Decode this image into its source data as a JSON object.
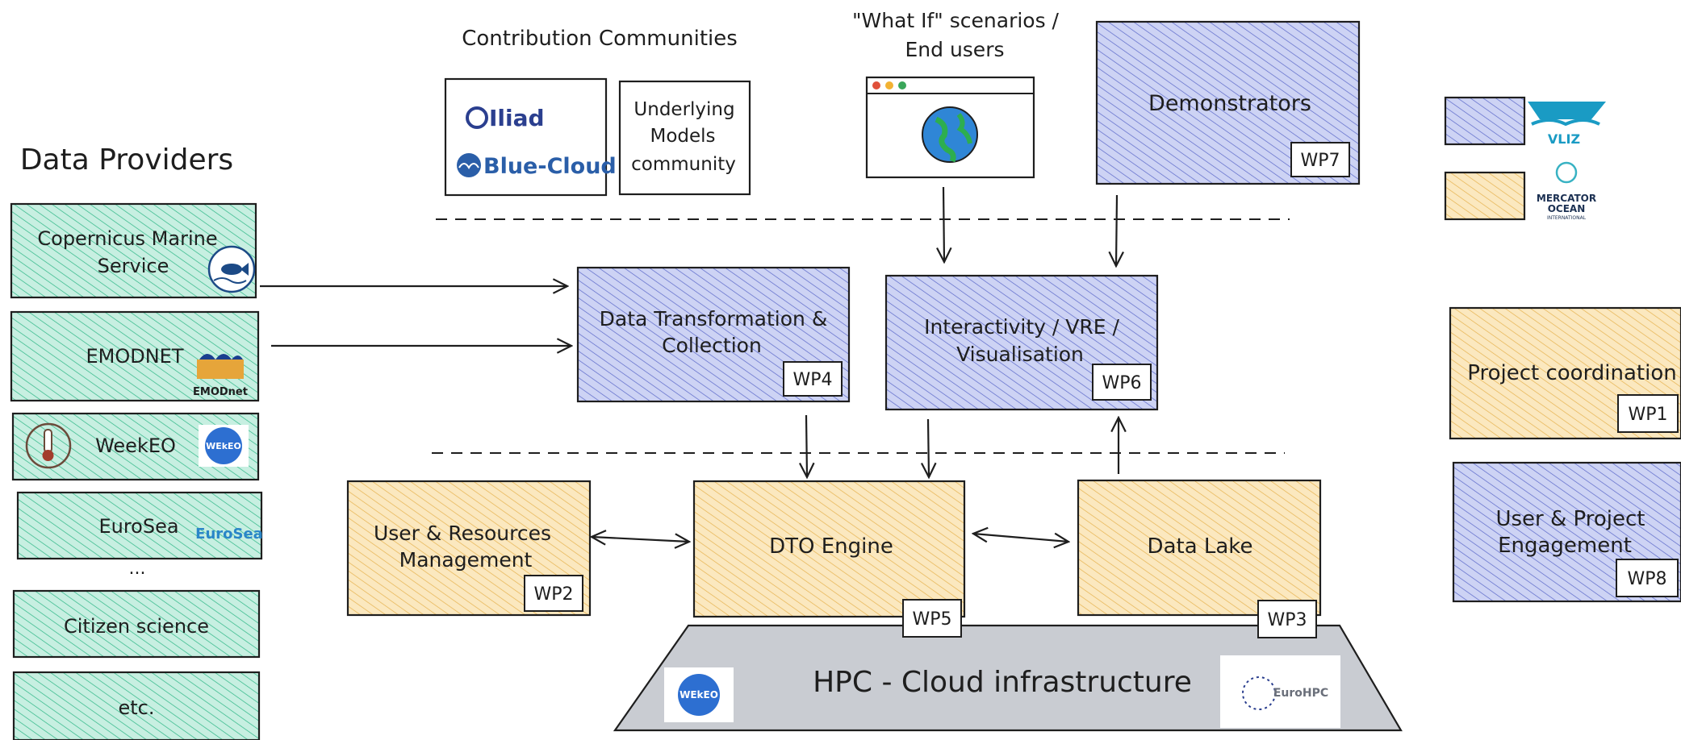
{
  "colors": {
    "green_fill": "#c7efe1",
    "green_hatch": "#2bb685",
    "blue_fill": "#cdd3f4",
    "blue_hatch": "#5a67c9",
    "yellow_fill": "#fbe8bf",
    "yellow_hatch": "#e6b24e",
    "gray_fill": "#c9ccd2"
  },
  "headings": {
    "data_providers": "Data Providers",
    "contribution_communities": "Contribution Communities",
    "what_if_line1": "\"What If\" scenarios /",
    "what_if_line2": "End users",
    "ellipsis": "..."
  },
  "providers": {
    "copernicus_line1": "Copernicus Marine",
    "copernicus_line2": "Service",
    "emodnet": "EMODNET",
    "emodnet_logo": "EMODnet",
    "weekeo": "WeekEO",
    "weekeo_logo": "WEkEO",
    "eurosea": "EuroSea",
    "eurosea_logo": "EuroSea",
    "citizen": "Citizen science",
    "etc": "etc."
  },
  "communities": {
    "iliad": "Iliad",
    "bluecloud": "Blue-Cloud",
    "underlying_line1": "Underlying",
    "underlying_line2": "Models",
    "underlying_line3": "community"
  },
  "modules": {
    "demonstrators": "Demonstrators",
    "wp7": "WP7",
    "data_transform_line1": "Data Transformation &",
    "data_transform_line2": "Collection",
    "wp4": "WP4",
    "interactivity_line1": "Interactivity / VRE /",
    "interactivity_line2": "Visualisation",
    "wp6": "WP6",
    "user_resources_line1": "User & Resources",
    "user_resources_line2": "Management",
    "wp2": "WP2",
    "dto_engine": "DTO Engine",
    "wp5": "WP5",
    "data_lake": "Data Lake",
    "wp3": "WP3",
    "hpc": "HPC - Cloud infrastructure",
    "hpc_logo_left": "WEkEO",
    "hpc_logo_right": "EuroHPC"
  },
  "legend": {
    "vliz": "VLIZ",
    "mercator_line1": "MERCATOR",
    "mercator_line2": "OCEAN",
    "mercator_line3": "INTERNATIONAL"
  },
  "side": {
    "project_coord": "Project coordination",
    "wp1": "WP1",
    "user_project_line1": "User & Project",
    "user_project_line2": "Engagement",
    "wp8": "WP8"
  },
  "icons": {
    "browser": "browser-window-icon",
    "globe": "globe-icon",
    "fish": "fish-icon",
    "thermometer": "thermometer-icon"
  }
}
